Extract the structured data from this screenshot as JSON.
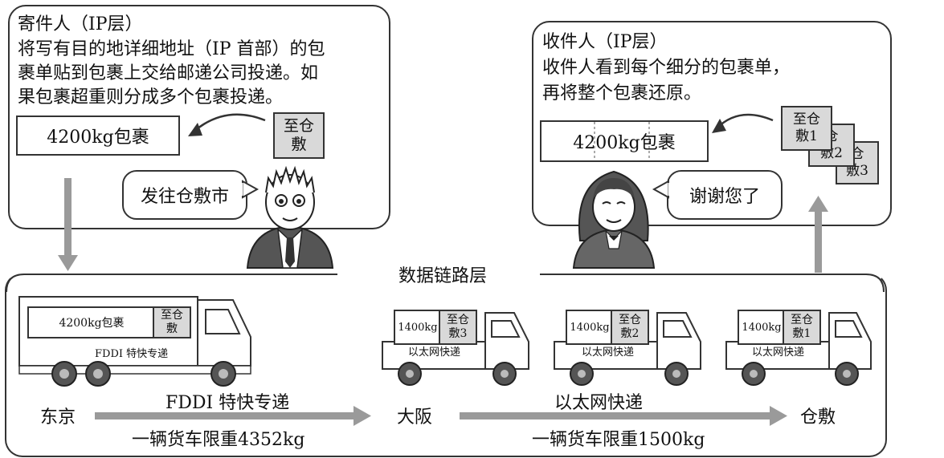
{
  "sender": {
    "title": "寄件人（IP层）",
    "desc_lines": [
      "将写有目的地详细地址（IP 首部）的包",
      "裹单贴到包裹上交给邮递公司投递。如",
      "果包裹超重则分成多个包裹投递。"
    ],
    "package_label": "4200kg包裹",
    "tag_lines": [
      "至仓",
      "敷"
    ],
    "speech": "发往仓敷市"
  },
  "receiver": {
    "title": "收件人（IP层）",
    "desc_lines": [
      "收件人看到每个细分的包裹单，",
      "再将整个包裹还原。"
    ],
    "package_label": "4200kg包裹",
    "tags": [
      {
        "line1": "至仓",
        "line2": "敷1"
      },
      {
        "line1": "仓",
        "line2": "敷2"
      },
      {
        "line1": "仓",
        "line2": "敷3"
      }
    ],
    "speech": "谢谢您了"
  },
  "link_layer": {
    "label": "数据链路层",
    "big_truck": {
      "cargo": "4200kg包裹",
      "tag_lines": [
        "至仓",
        "敷"
      ],
      "side_text": "FDDI 特快专递"
    },
    "small_trucks": [
      {
        "cargo": "1400kg",
        "tag_lines": [
          "至仓",
          "敷3"
        ],
        "side_text": "以太网快递"
      },
      {
        "cargo": "1400kg",
        "tag_lines": [
          "至仓",
          "敷2"
        ],
        "side_text": "以太网快递"
      },
      {
        "cargo": "1400kg",
        "tag_lines": [
          "至仓",
          "敷1"
        ],
        "side_text": "以太网快递"
      }
    ],
    "cities": [
      "东京",
      "大阪",
      "仓敷"
    ],
    "route1": {
      "service": "FDDI 特快专递",
      "limit": "一辆货车限重4352kg"
    },
    "route2": {
      "service": "以太网快递",
      "limit": "一辆货车限重1500kg"
    }
  },
  "colors": {
    "arrow": "#9a9a9a",
    "shade": "#d9d9d9",
    "line": "#333333"
  }
}
